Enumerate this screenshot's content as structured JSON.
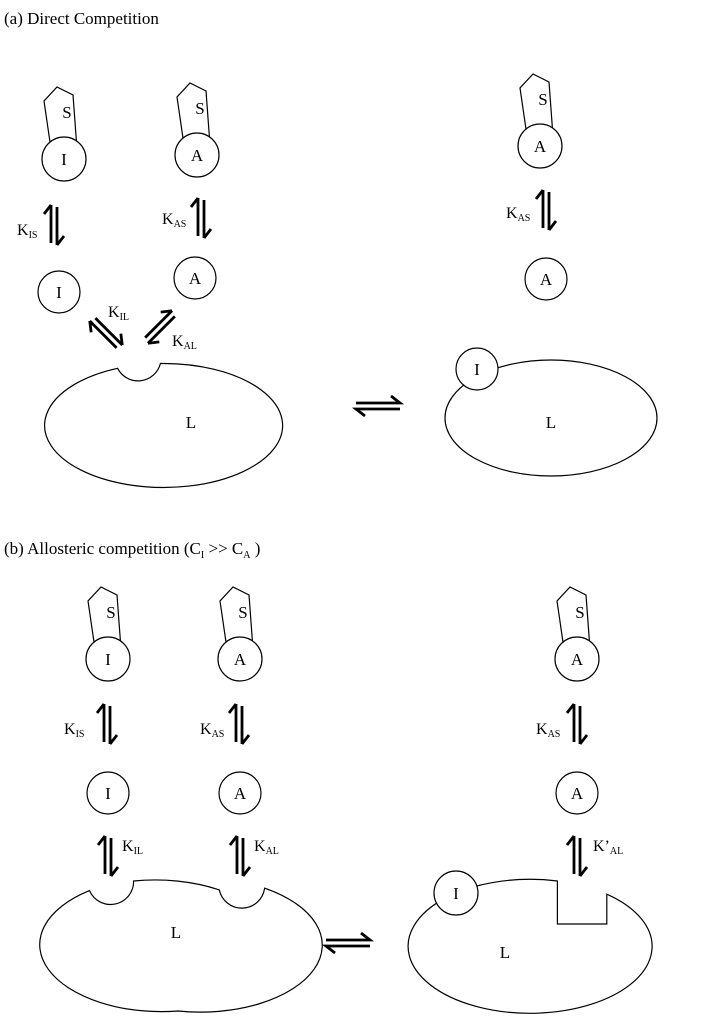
{
  "panel_a": {
    "title": "(a) Direct Competition",
    "ligand": "L",
    "inhibitor": "I",
    "activator": "A",
    "solute": "S",
    "k_is": {
      "base": "K",
      "sub": "IS"
    },
    "k_as": {
      "base": "K",
      "sub": "AS"
    },
    "k_il": {
      "base": "K",
      "sub": "IL"
    },
    "k_al": {
      "base": "K",
      "sub": "AL"
    }
  },
  "panel_b": {
    "title_prefix": "(b) Allosteric competition (C",
    "title_sub1": "I",
    "title_mid": " >> C",
    "title_sub2": "A",
    "title_suffix": " )",
    "ligand": "L",
    "inhibitor": "I",
    "activator": "A",
    "solute": "S",
    "k_is": {
      "base": "K",
      "sub": "IS"
    },
    "k_as": {
      "base": "K",
      "sub": "AS"
    },
    "k_il": {
      "base": "K",
      "sub": "IL"
    },
    "k_al": {
      "base": "K",
      "sub": "AL"
    },
    "k_al_prime": {
      "base": "K’",
      "sub": "AL"
    }
  }
}
